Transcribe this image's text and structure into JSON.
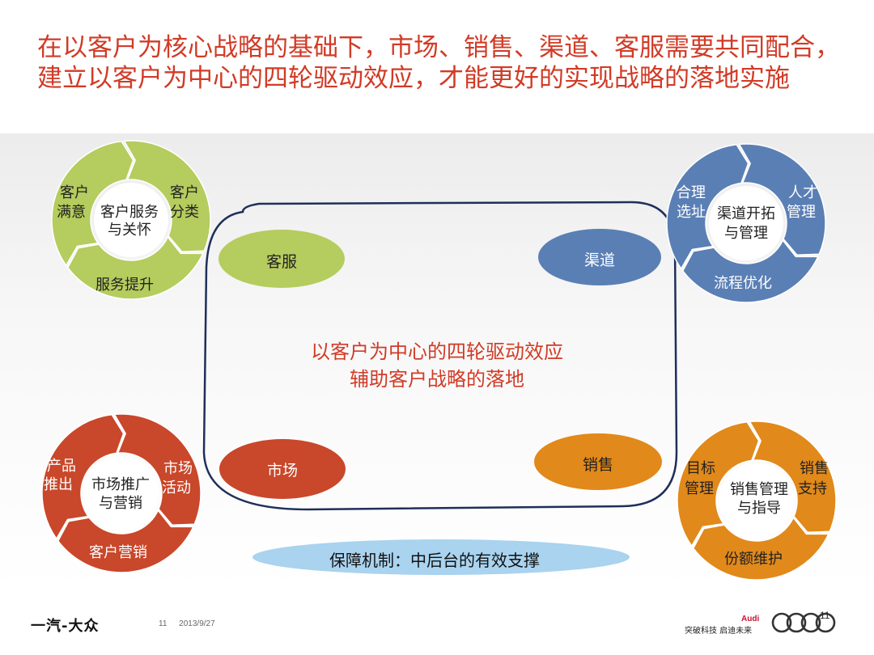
{
  "title": "在以客户为核心战略的基础下，市场、销售、渠道、客服需要共同配合，建立以客户为中心的四轮驱动效应，才能更好的实现战略的落地实施",
  "center": {
    "line1": "以客户为中心的四轮驱动效应",
    "line2": "辅助客户战略的落地"
  },
  "nodes": {
    "service": "客服",
    "channel": "渠道",
    "market": "市场",
    "sales": "销售"
  },
  "support": "保障机制：中后台的有效支撑",
  "cycles": {
    "service": {
      "center1": "客户服务",
      "center2": "与关怀",
      "left1": "客户",
      "left2": "满意",
      "right1": "客户",
      "right2": "分类",
      "bottom": "服务提升"
    },
    "channel": {
      "center1": "渠道开拓",
      "center2": "与管理",
      "left1": "合理",
      "left2": "选址",
      "right1": "人才",
      "right2": "管理",
      "bottom": "流程优化"
    },
    "market": {
      "center1": "市场推广",
      "center2": "与营销",
      "left1": "产品",
      "left2": "推出",
      "right1": "市场",
      "right2": "活动",
      "bottom": "客户营销"
    },
    "sales": {
      "center1": "销售管理",
      "center2": "与指导",
      "left1": "目标",
      "left2": "管理",
      "right1": "销售",
      "right2": "支持",
      "bottom": "份额维护"
    }
  },
  "colors": {
    "green": "#b5cc5e",
    "blue": "#5a7fb5",
    "red": "#c9472a",
    "orange": "#e1891a",
    "title_red": "#d13b26",
    "loop": "#1f2f5a",
    "support_fill": "#a9d3ef"
  },
  "footer": {
    "company_logo": "一汽-大众",
    "page": "11",
    "date": "2013/9/27",
    "brand": "Audi",
    "slogan": "突破科技 启迪未来",
    "page_corner": "11"
  }
}
